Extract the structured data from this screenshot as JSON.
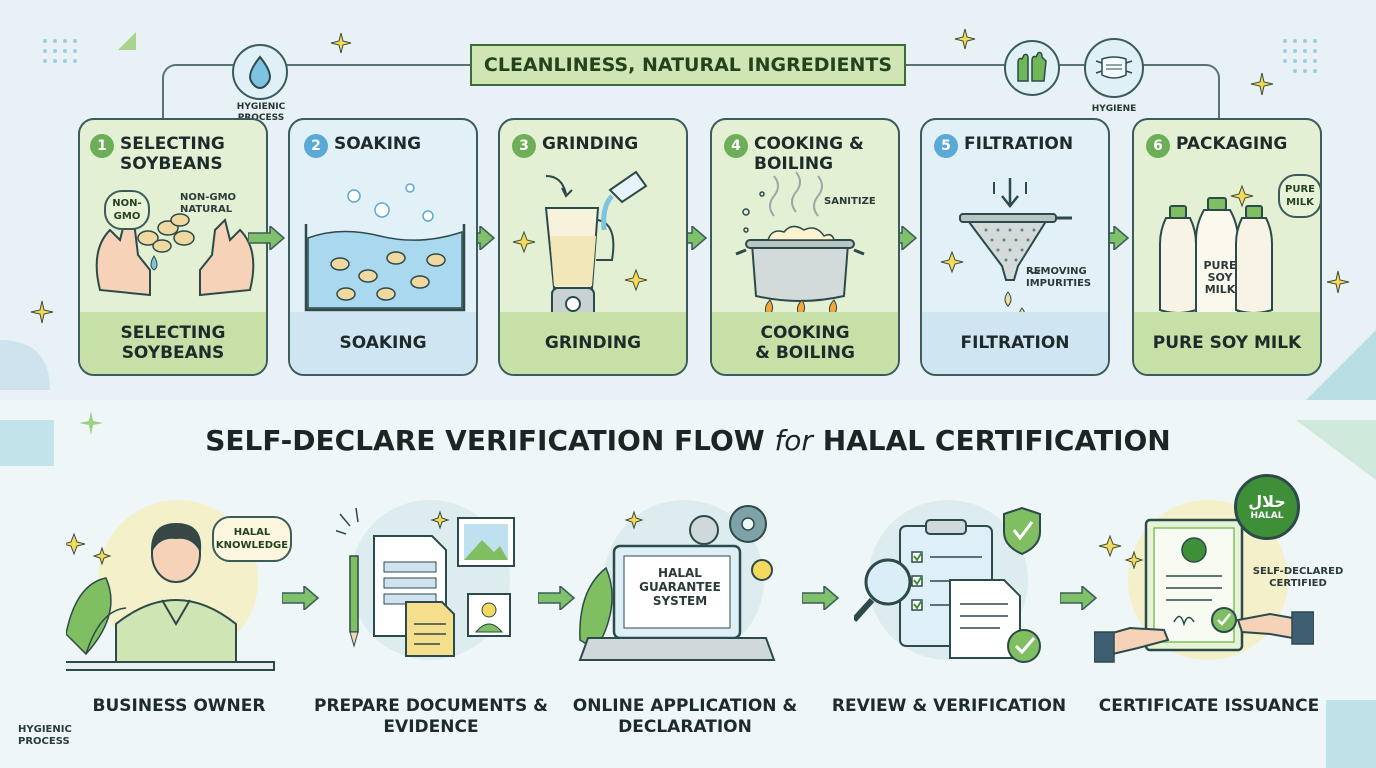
{
  "banner": "CLEANLINESS, NATURAL INGREDIENTS",
  "side_badges": {
    "left": "HYGIENIC PROCESS",
    "right": "HYGIENE"
  },
  "steps": [
    {
      "number": "1",
      "heading": "SELECTING SOYBEANS",
      "footer": "SELECTING SOYBEANS",
      "notes": [
        "NON-GMO",
        "NON-GMO NATURAL"
      ]
    },
    {
      "number": "2",
      "heading": "SOAKING",
      "footer": "SOAKING"
    },
    {
      "number": "3",
      "heading": "GRINDING",
      "footer": "GRINDING"
    },
    {
      "number": "4",
      "heading": "COOKING & BOILING",
      "footer": "COOKING & BOILING",
      "notes": [
        "SANITIZE"
      ]
    },
    {
      "number": "5",
      "heading": "FILTRATION",
      "footer": "FILTRATION",
      "notes": [
        "REMOVING IMPURITIES"
      ]
    },
    {
      "number": "6",
      "heading": "PACKAGING",
      "footer": "PURE SOY MILK",
      "notes": [
        "PURE MILK",
        "PURE SOY MILK"
      ]
    }
  ],
  "title": {
    "main_before": "SELF-DECLARE VERIFICATION FLOW",
    "connector": "for",
    "main_after": "HALAL CERTIFICATION"
  },
  "flow": [
    {
      "label": "BUSINESS OWNER",
      "note": "HALAL KNOWLEDGE"
    },
    {
      "label": "PREPARE DOCUMENTS & EVIDENCE"
    },
    {
      "label": "ONLINE APPLICATION & DECLARATION",
      "note": "HALAL GUARANTEE SYSTEM"
    },
    {
      "label": "REVIEW & VERIFICATION"
    },
    {
      "label": "CERTIFICATE ISSUANCE",
      "note": "SELF-DECLARED CERTIFIED",
      "seal_text": "حلال",
      "seal_caption": "HALAL"
    }
  ],
  "corner_label": "HYGIENIC PROCESS",
  "colors": {
    "green_panel": "#e3f0d3",
    "blue_panel": "#e2f0f8",
    "accent_green": "#6fae58",
    "accent_blue": "#5aa9d6",
    "outline": "#3c5b5b"
  }
}
